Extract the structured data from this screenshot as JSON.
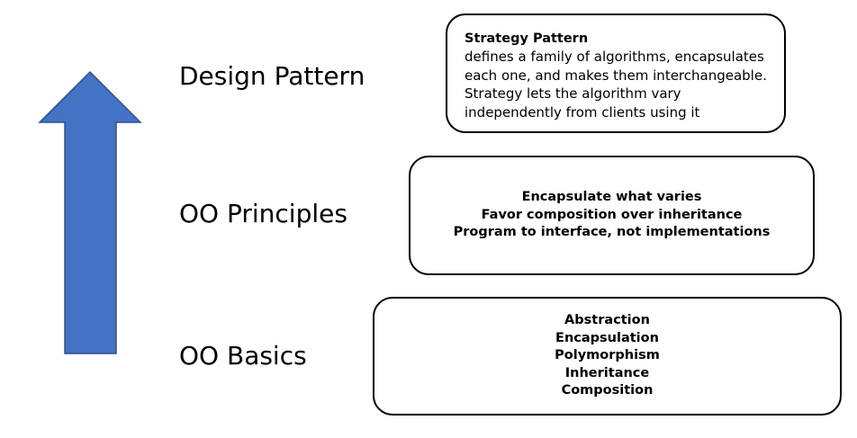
{
  "colors": {
    "arrow_fill": "#4472C4",
    "arrow_stroke": "#2F528F",
    "box_border": "#000000",
    "text": "#000000",
    "background": "#FFFFFF"
  },
  "arrow": {
    "direction": "up",
    "icon": "up-arrow-icon"
  },
  "levels": [
    {
      "label": "Design Pattern",
      "box": {
        "title": "Strategy Pattern",
        "description_lines": [
          "defines a family of algorithms, encapsulates",
          "each one, and makes them interchangeable.",
          "Strategy lets the algorithm vary",
          "independently from clients using it"
        ]
      }
    },
    {
      "label": "OO Principles",
      "box": {
        "lines": [
          "Encapsulate what varies",
          "Favor composition over inheritance",
          "Program to interface, not implementations"
        ]
      }
    },
    {
      "label": "OO Basics",
      "box": {
        "lines": [
          "Abstraction",
          "Encapsulation",
          "Polymorphism",
          "Inheritance",
          "Composition"
        ]
      }
    }
  ]
}
